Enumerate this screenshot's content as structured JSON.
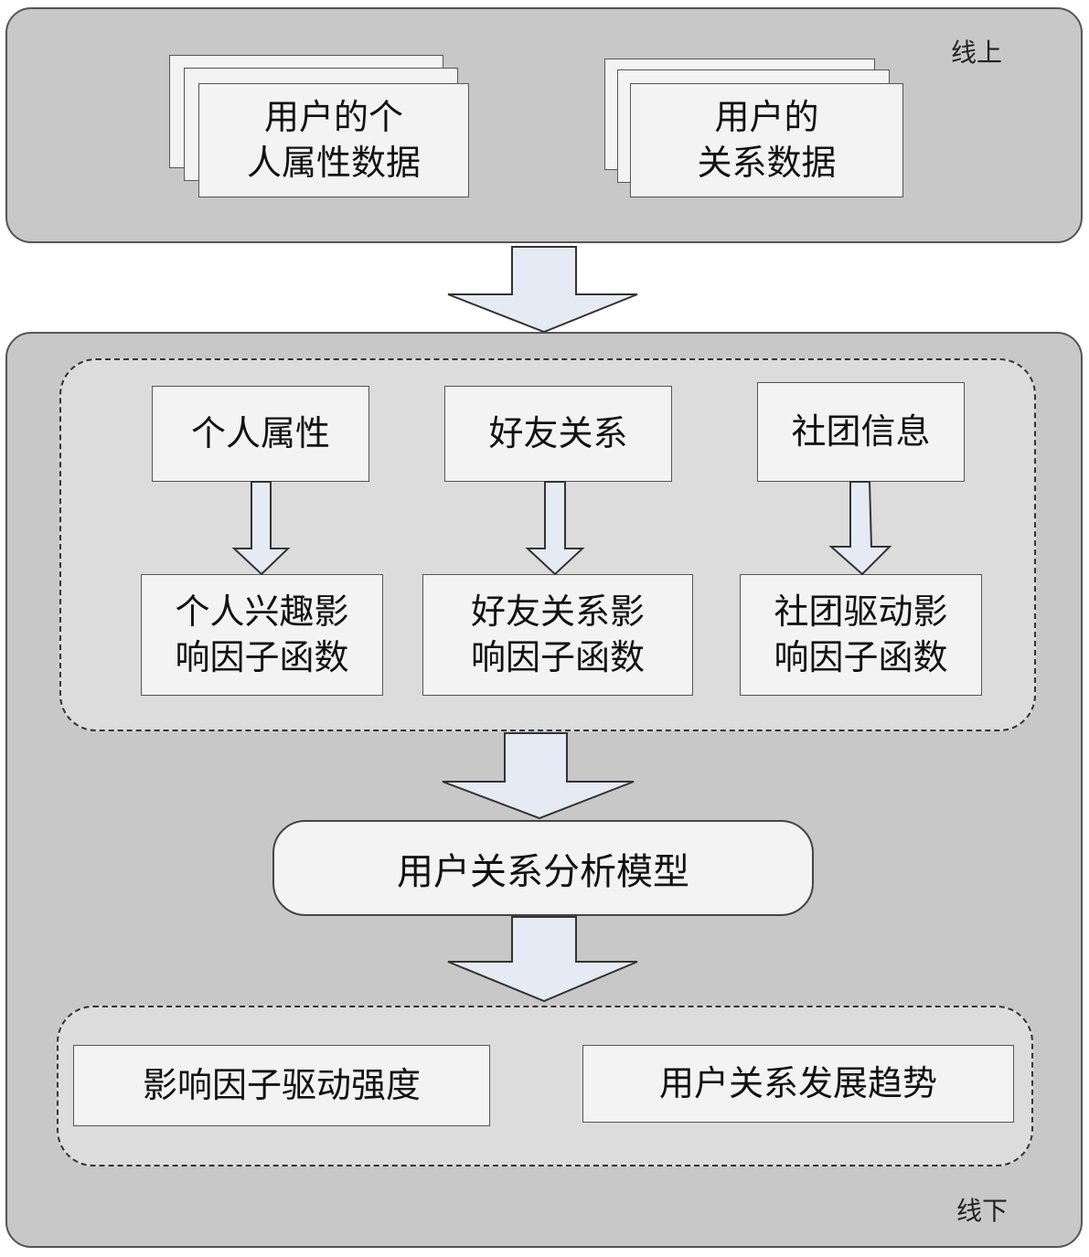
{
  "online_panel": {
    "label": "线上",
    "documents": [
      {
        "text": "用户的个\n人属性数据"
      },
      {
        "text": "用户的\n关系数据"
      }
    ]
  },
  "offline_panel": {
    "label": "线下",
    "sources": [
      {
        "label": "个人属性",
        "function": "个人兴趣影\n响因子函数"
      },
      {
        "label": "好友关系",
        "function": "好友关系影\n响因子函数"
      },
      {
        "label": "社团信息",
        "function": "社团驱动影\n响因子函数"
      }
    ],
    "model": "用户关系分析模型",
    "outputs": [
      "影响因子驱动强度",
      "用户关系发展趋势"
    ]
  }
}
